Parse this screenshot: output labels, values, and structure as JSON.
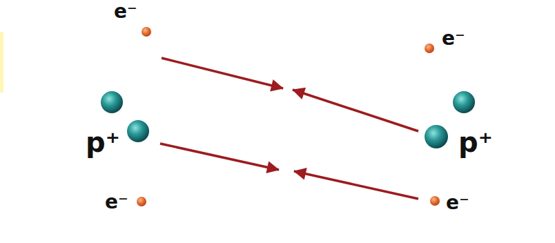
{
  "diagram": {
    "nodes": [
      {
        "text": [
          "e⁻",
          "e⁻"
        ]
      },
      {
        "text": [
          "p⁺"
        ],
        "in": 0
      },
      {
        "text": [
          "e⁻",
          "e⁻"
        ]
      },
      {
        "text": [
          "p⁺"
        ],
        "in": 2
      }
    ]
  }
}
